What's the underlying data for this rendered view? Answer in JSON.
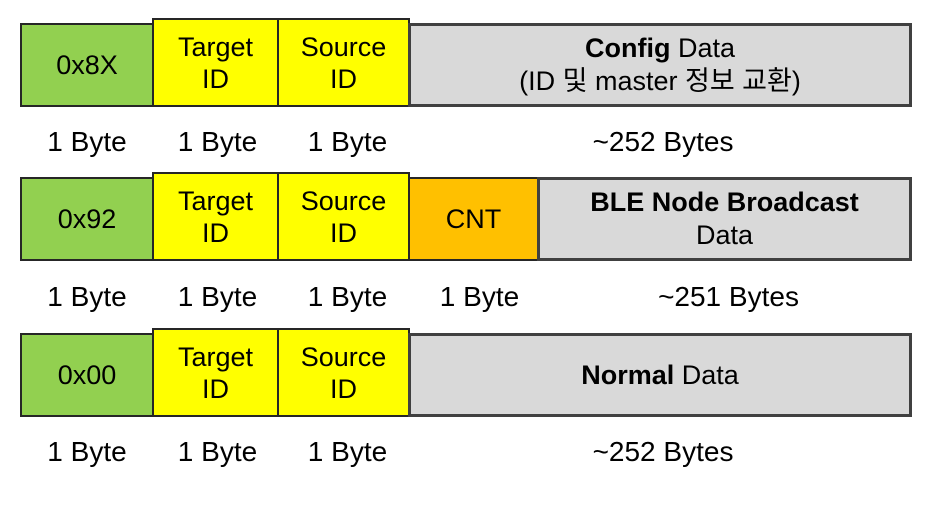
{
  "colors": {
    "type_field": "#92d050",
    "id_field": "#ffff00",
    "cnt_field": "#ffc000",
    "data_field": "#d9d9d9",
    "border": "#262626",
    "data_border": "#404040",
    "text": "#000000",
    "background": "#ffffff"
  },
  "diagram": {
    "rows": [
      {
        "fields": [
          {
            "label": "0x8X",
            "size": "1 Byte"
          },
          {
            "line1": "Target",
            "line2": "ID",
            "size": "1 Byte"
          },
          {
            "line1": "Source",
            "line2": "ID",
            "size": "1 Byte"
          },
          {
            "title_bold": "Config",
            "title_regular": " Data",
            "subtitle": "(ID 및 master 정보 교환)",
            "size": "~252 Bytes"
          }
        ]
      },
      {
        "fields": [
          {
            "label": "0x92",
            "size": "1 Byte"
          },
          {
            "line1": "Target",
            "line2": "ID",
            "size": "1 Byte"
          },
          {
            "line1": "Source",
            "line2": "ID",
            "size": "1 Byte"
          },
          {
            "label": "CNT",
            "size": "1 Byte"
          },
          {
            "title_bold": "BLE Node Broadcast",
            "subtitle": "Data",
            "size": "~251 Bytes"
          }
        ]
      },
      {
        "fields": [
          {
            "label": "0x00",
            "size": "1 Byte"
          },
          {
            "line1": "Target",
            "line2": "ID",
            "size": "1 Byte"
          },
          {
            "line1": "Source",
            "line2": "ID",
            "size": "1 Byte"
          },
          {
            "title_bold": "Normal",
            "title_regular": " Data",
            "size": "~252 Bytes"
          }
        ]
      }
    ]
  }
}
